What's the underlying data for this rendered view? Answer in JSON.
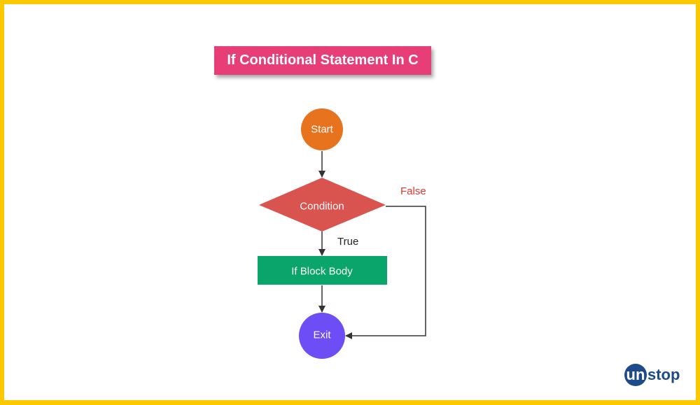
{
  "title": "If Conditional Statement In C",
  "nodes": {
    "start": "Start",
    "condition": "Condition",
    "if_block": "If Block Body",
    "exit": "Exit"
  },
  "edges": {
    "true_label": "True",
    "false_label": "False"
  },
  "logo": {
    "text": "unstop",
    "first": "un",
    "rest": "stop"
  },
  "colors": {
    "title": "#e83e78",
    "start": "#e8731e",
    "condition": "#d9534f",
    "if_block": "#0aa56a",
    "exit": "#6c4df6",
    "false": "#e03a2e",
    "border": "#fcc900",
    "logo": "#1d4a8a"
  }
}
